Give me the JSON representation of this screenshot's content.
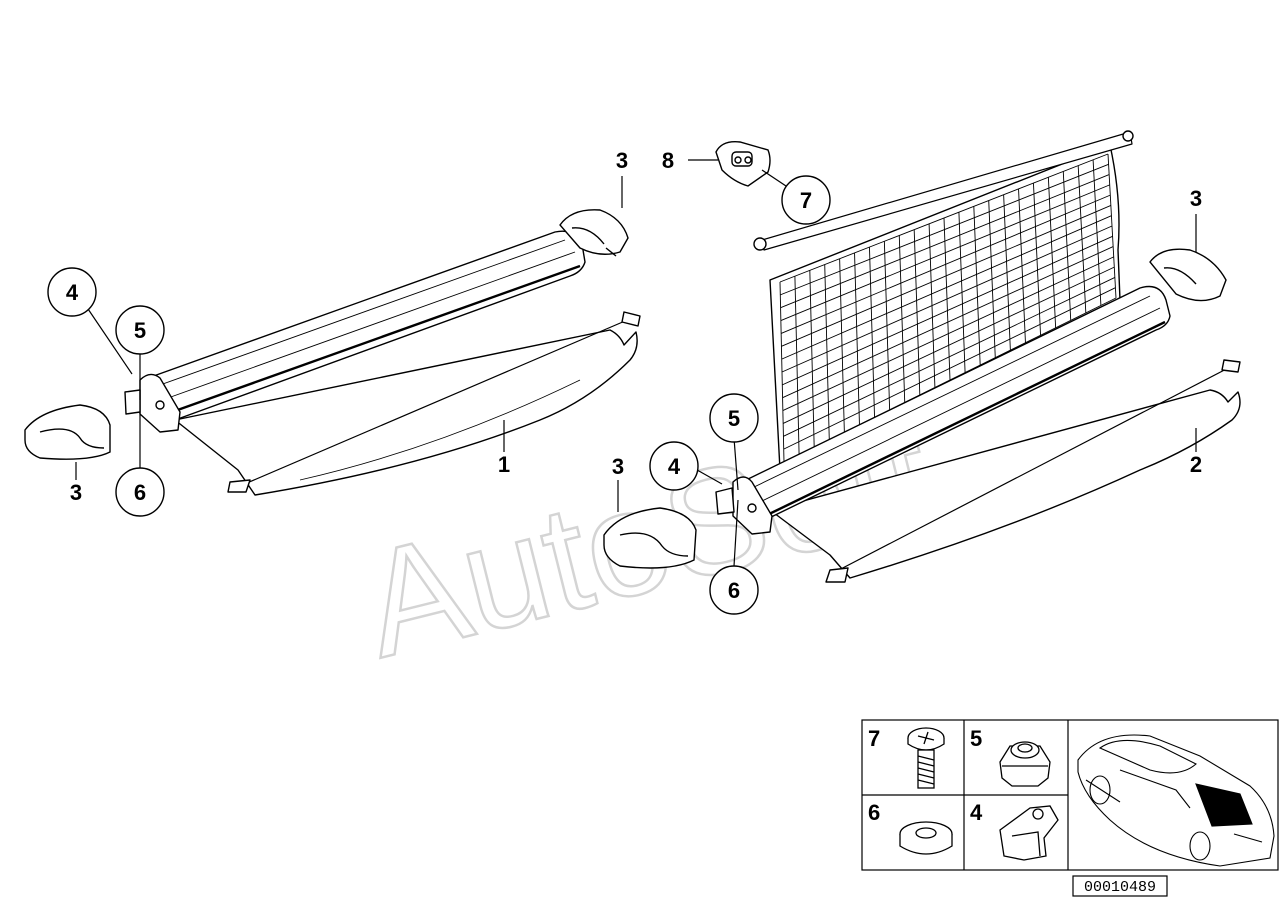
{
  "watermark": "AutoSoft",
  "callouts": {
    "c4_left": "4",
    "c5_left": "5",
    "c6_left": "6",
    "c7_top": "7",
    "c5_mid": "5",
    "c4_mid": "4",
    "c6_mid": "6"
  },
  "labels": {
    "n3_topleft": "3",
    "n8_top": "8",
    "n3_topright": "3",
    "n3_bottomleft": "3",
    "n1": "1",
    "n3_mid": "3",
    "n2": "2"
  },
  "legend": {
    "cell_7": "7",
    "cell_5": "5",
    "cell_6": "6",
    "cell_4": "4"
  },
  "reference_number": "00010489",
  "icons": [
    "screw-icon",
    "hex-nut-icon",
    "washer-icon",
    "clip-bracket-icon",
    "car-sedan-icon"
  ]
}
